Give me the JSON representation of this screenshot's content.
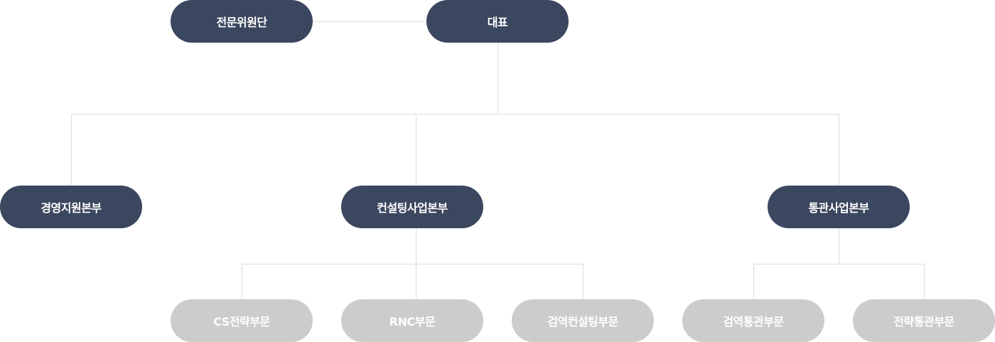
{
  "colors": {
    "primary_node": "#3b475f",
    "secondary_node": "#cccccc",
    "connector": "#dddddd"
  },
  "top": {
    "committee": "전문위원단",
    "ceo": "대표"
  },
  "divisions": [
    "경영지원본부",
    "컨설팅사업본부",
    "통관사업본부"
  ],
  "departments": [
    "CS전략부문",
    "RNC부문",
    "검역컨설팅부문",
    "검역통관부문",
    "전략통관부문"
  ]
}
